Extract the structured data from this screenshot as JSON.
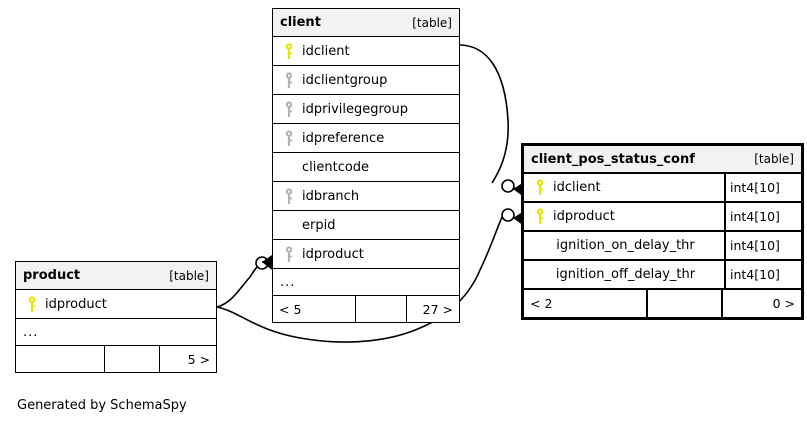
{
  "diagram": {
    "kind": "entity-relationship-diagram",
    "generator_caption": "Generated by SchemaSpy",
    "table_tag": "[table]",
    "ellipsis": "...",
    "colors": {
      "primary_key": "#e6e600",
      "foreign_key": "#b3b3b3",
      "header_background": "#f2f2f2",
      "border": "#000000",
      "background": "#ffffff"
    }
  },
  "tables": [
    {
      "id": "client",
      "name": "client",
      "tag": "[table]",
      "focal": false,
      "columns": [
        {
          "name": "idclient",
          "key": "primary",
          "type": ""
        },
        {
          "name": "idclientgroup",
          "key": "foreign",
          "type": ""
        },
        {
          "name": "idprivilegegroup",
          "key": "foreign",
          "type": ""
        },
        {
          "name": "idpreference",
          "key": "foreign",
          "type": ""
        },
        {
          "name": "clientcode",
          "key": "none",
          "type": ""
        },
        {
          "name": "idbranch",
          "key": "foreign",
          "type": ""
        },
        {
          "name": "erpid",
          "key": "none",
          "type": ""
        },
        {
          "name": "idproduct",
          "key": "foreign",
          "type": ""
        }
      ],
      "has_ellipsis_row": true,
      "footer": {
        "left": "< 5",
        "middle": "",
        "right": "27 >"
      }
    },
    {
      "id": "client_pos_status_conf",
      "name": "client_pos_status_conf",
      "tag": "[table]",
      "focal": true,
      "columns": [
        {
          "name": "idclient",
          "key": "primary",
          "type": "int4[10]"
        },
        {
          "name": "idproduct",
          "key": "primary",
          "type": "int4[10]"
        },
        {
          "name": "ignition_on_delay_thr",
          "key": "none",
          "type": "int4[10]"
        },
        {
          "name": "ignition_off_delay_thr",
          "key": "none",
          "type": "int4[10]"
        }
      ],
      "has_ellipsis_row": false,
      "footer": {
        "left": "< 2",
        "middle": "",
        "right": "0 >"
      }
    },
    {
      "id": "product",
      "name": "product",
      "tag": "[table]",
      "focal": false,
      "columns": [
        {
          "name": "idproduct",
          "key": "primary",
          "type": ""
        }
      ],
      "has_ellipsis_row": true,
      "footer": {
        "left": "",
        "middle": "",
        "right": "5 >"
      }
    }
  ],
  "relationships": [
    {
      "from_table": "client",
      "from_column": "idclient",
      "to_table": "client_pos_status_conf",
      "to_column": "idclient",
      "cardinality": "zero-or-many"
    },
    {
      "from_table": "product",
      "from_column": "idproduct",
      "to_table": "client_pos_status_conf",
      "to_column": "idproduct",
      "cardinality": "zero-or-many"
    },
    {
      "from_table": "product",
      "from_column": "idproduct",
      "to_table": "client",
      "to_column": "idproduct",
      "cardinality": "zero-or-many"
    }
  ]
}
